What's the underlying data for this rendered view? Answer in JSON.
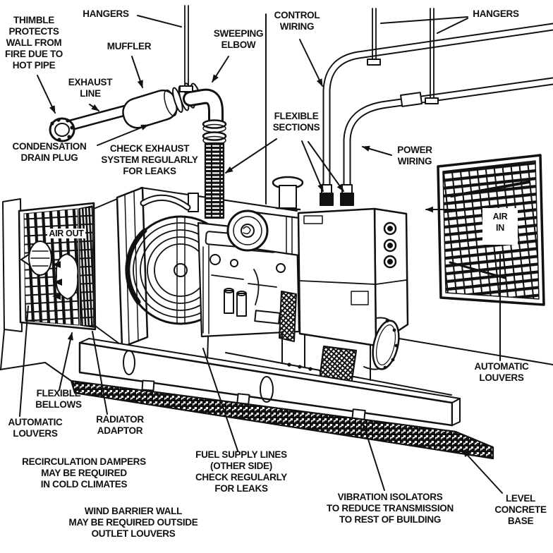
{
  "title": "Engine generator set installation diagram",
  "colors": {
    "ink": "#111111",
    "paper": "#ffffff"
  },
  "labels": {
    "thimble": "THIMBLE\nPROTECTS\nWALL FROM\nFIRE DUE TO\nHOT PIPE",
    "hangers_left": "HANGERS",
    "muffler": "MUFFLER",
    "sweeping_elbow": "SWEEPING\nELBOW",
    "control_wiring": "CONTROL\nWIRING",
    "hangers_right": "HANGERS",
    "exhaust_line": "EXHAUST\nLINE",
    "condensation_drain_plug": "CONDENSATION\nDRAIN PLUG",
    "check_exhaust": "CHECK EXHAUST\nSYSTEM REGULARLY\nFOR LEAKS",
    "flexible_sections": "FLEXIBLE\nSECTIONS",
    "power_wiring": "POWER\nWIRING",
    "air_in": "AIR\nIN",
    "air_out": "AIR OUT",
    "automatic_louvers_right": "AUTOMATIC\nLOUVERS",
    "flexible_bellows": "FLEXIBLE\nBELLOWS",
    "automatic_louvers_left": "AUTOMATIC\nLOUVERS",
    "radiator_adaptor": "RADIATOR\nADAPTOR",
    "recirculation_dampers": "RECIRCULATION DAMPERS\nMAY BE REQUIRED\nIN COLD CLIMATES",
    "wind_barrier_wall": "WIND BARRIER WALL\nMAY BE REQUIRED OUTSIDE\nOUTLET LOUVERS",
    "fuel_supply_lines": "FUEL SUPPLY LINES\n(OTHER SIDE)\nCHECK REGULARLY\nFOR LEAKS",
    "vibration_isolators": "VIBRATION ISOLATORS\nTO REDUCE TRANSMISSION\nTO REST OF BUILDING",
    "level_concrete_base": "LEVEL\nCONCRETE\nBASE"
  }
}
